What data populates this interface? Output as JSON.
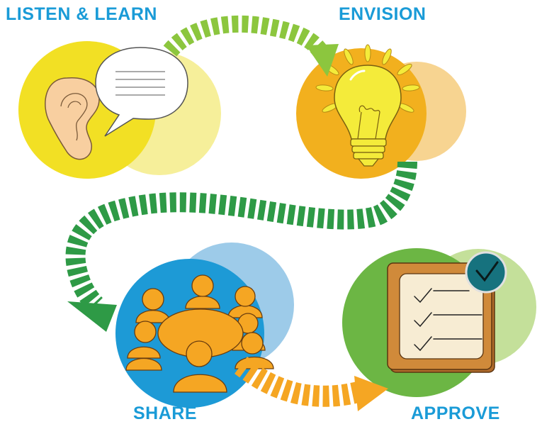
{
  "steps": [
    {
      "id": "listen",
      "label": "LISTEN & LEARN",
      "icon": "ear-speech-bubble-icon",
      "color": "#f2e024"
    },
    {
      "id": "envision",
      "label": "ENVISION",
      "icon": "lightbulb-icon",
      "color": "#f2b01e"
    },
    {
      "id": "share",
      "label": "SHARE",
      "icon": "meeting-table-icon",
      "color": "#1d9ad6"
    },
    {
      "id": "approve",
      "label": "APPROVE",
      "icon": "checklist-clipboard-icon",
      "color": "#6cb644"
    }
  ],
  "connectors": [
    {
      "from": "listen",
      "to": "envision",
      "color": "#8cc63e"
    },
    {
      "from": "envision",
      "to": "share",
      "color": "#2e9a46"
    },
    {
      "from": "share",
      "to": "approve",
      "color": "#f5a623"
    }
  ],
  "colors": {
    "label_text": "#1a9bd7",
    "yellow_back": "#f6ef9a",
    "orange_back": "#f7d491",
    "blue_back": "#9dcbe9",
    "green_back": "#c4e09a",
    "checkmark_badge": "#16727e"
  }
}
